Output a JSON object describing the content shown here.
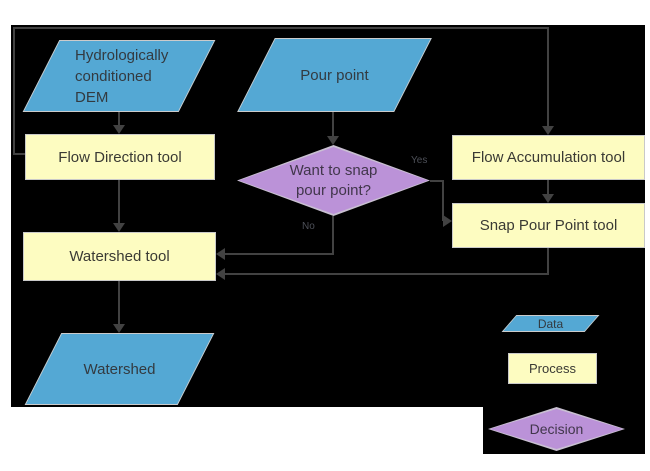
{
  "diagram": {
    "title_hint": "watershed delineation flowchart",
    "colors": {
      "background": "#ffffff",
      "panel": "#000000",
      "data_fill": "#54a8d4",
      "process_fill": "#fdfcc1",
      "decision_fill": "#bb92d8",
      "connector": "#424242",
      "text": "#3a3a3a"
    },
    "nodes": {
      "dem": {
        "lines": [
          "Hydrologically",
          "conditioned",
          "DEM"
        ],
        "type": "data"
      },
      "pour_point": {
        "label": "Pour point",
        "type": "data"
      },
      "flow_direction": {
        "label": "Flow Direction tool",
        "type": "process"
      },
      "flow_accumulation": {
        "label": "Flow Accumulation tool",
        "type": "process"
      },
      "snap_pour_point": {
        "label": "Snap Pour Point tool",
        "type": "process"
      },
      "decision": {
        "lines": [
          "Want to snap",
          "pour point?"
        ],
        "type": "decision"
      },
      "watershed_tool": {
        "label": "Watershed tool",
        "type": "process"
      },
      "watershed": {
        "label": "Watershed",
        "type": "data"
      }
    },
    "edge_labels": {
      "yes": "Yes",
      "no": "No"
    },
    "legend": {
      "data": "Data",
      "process": "Process",
      "decision": "Decision"
    }
  }
}
